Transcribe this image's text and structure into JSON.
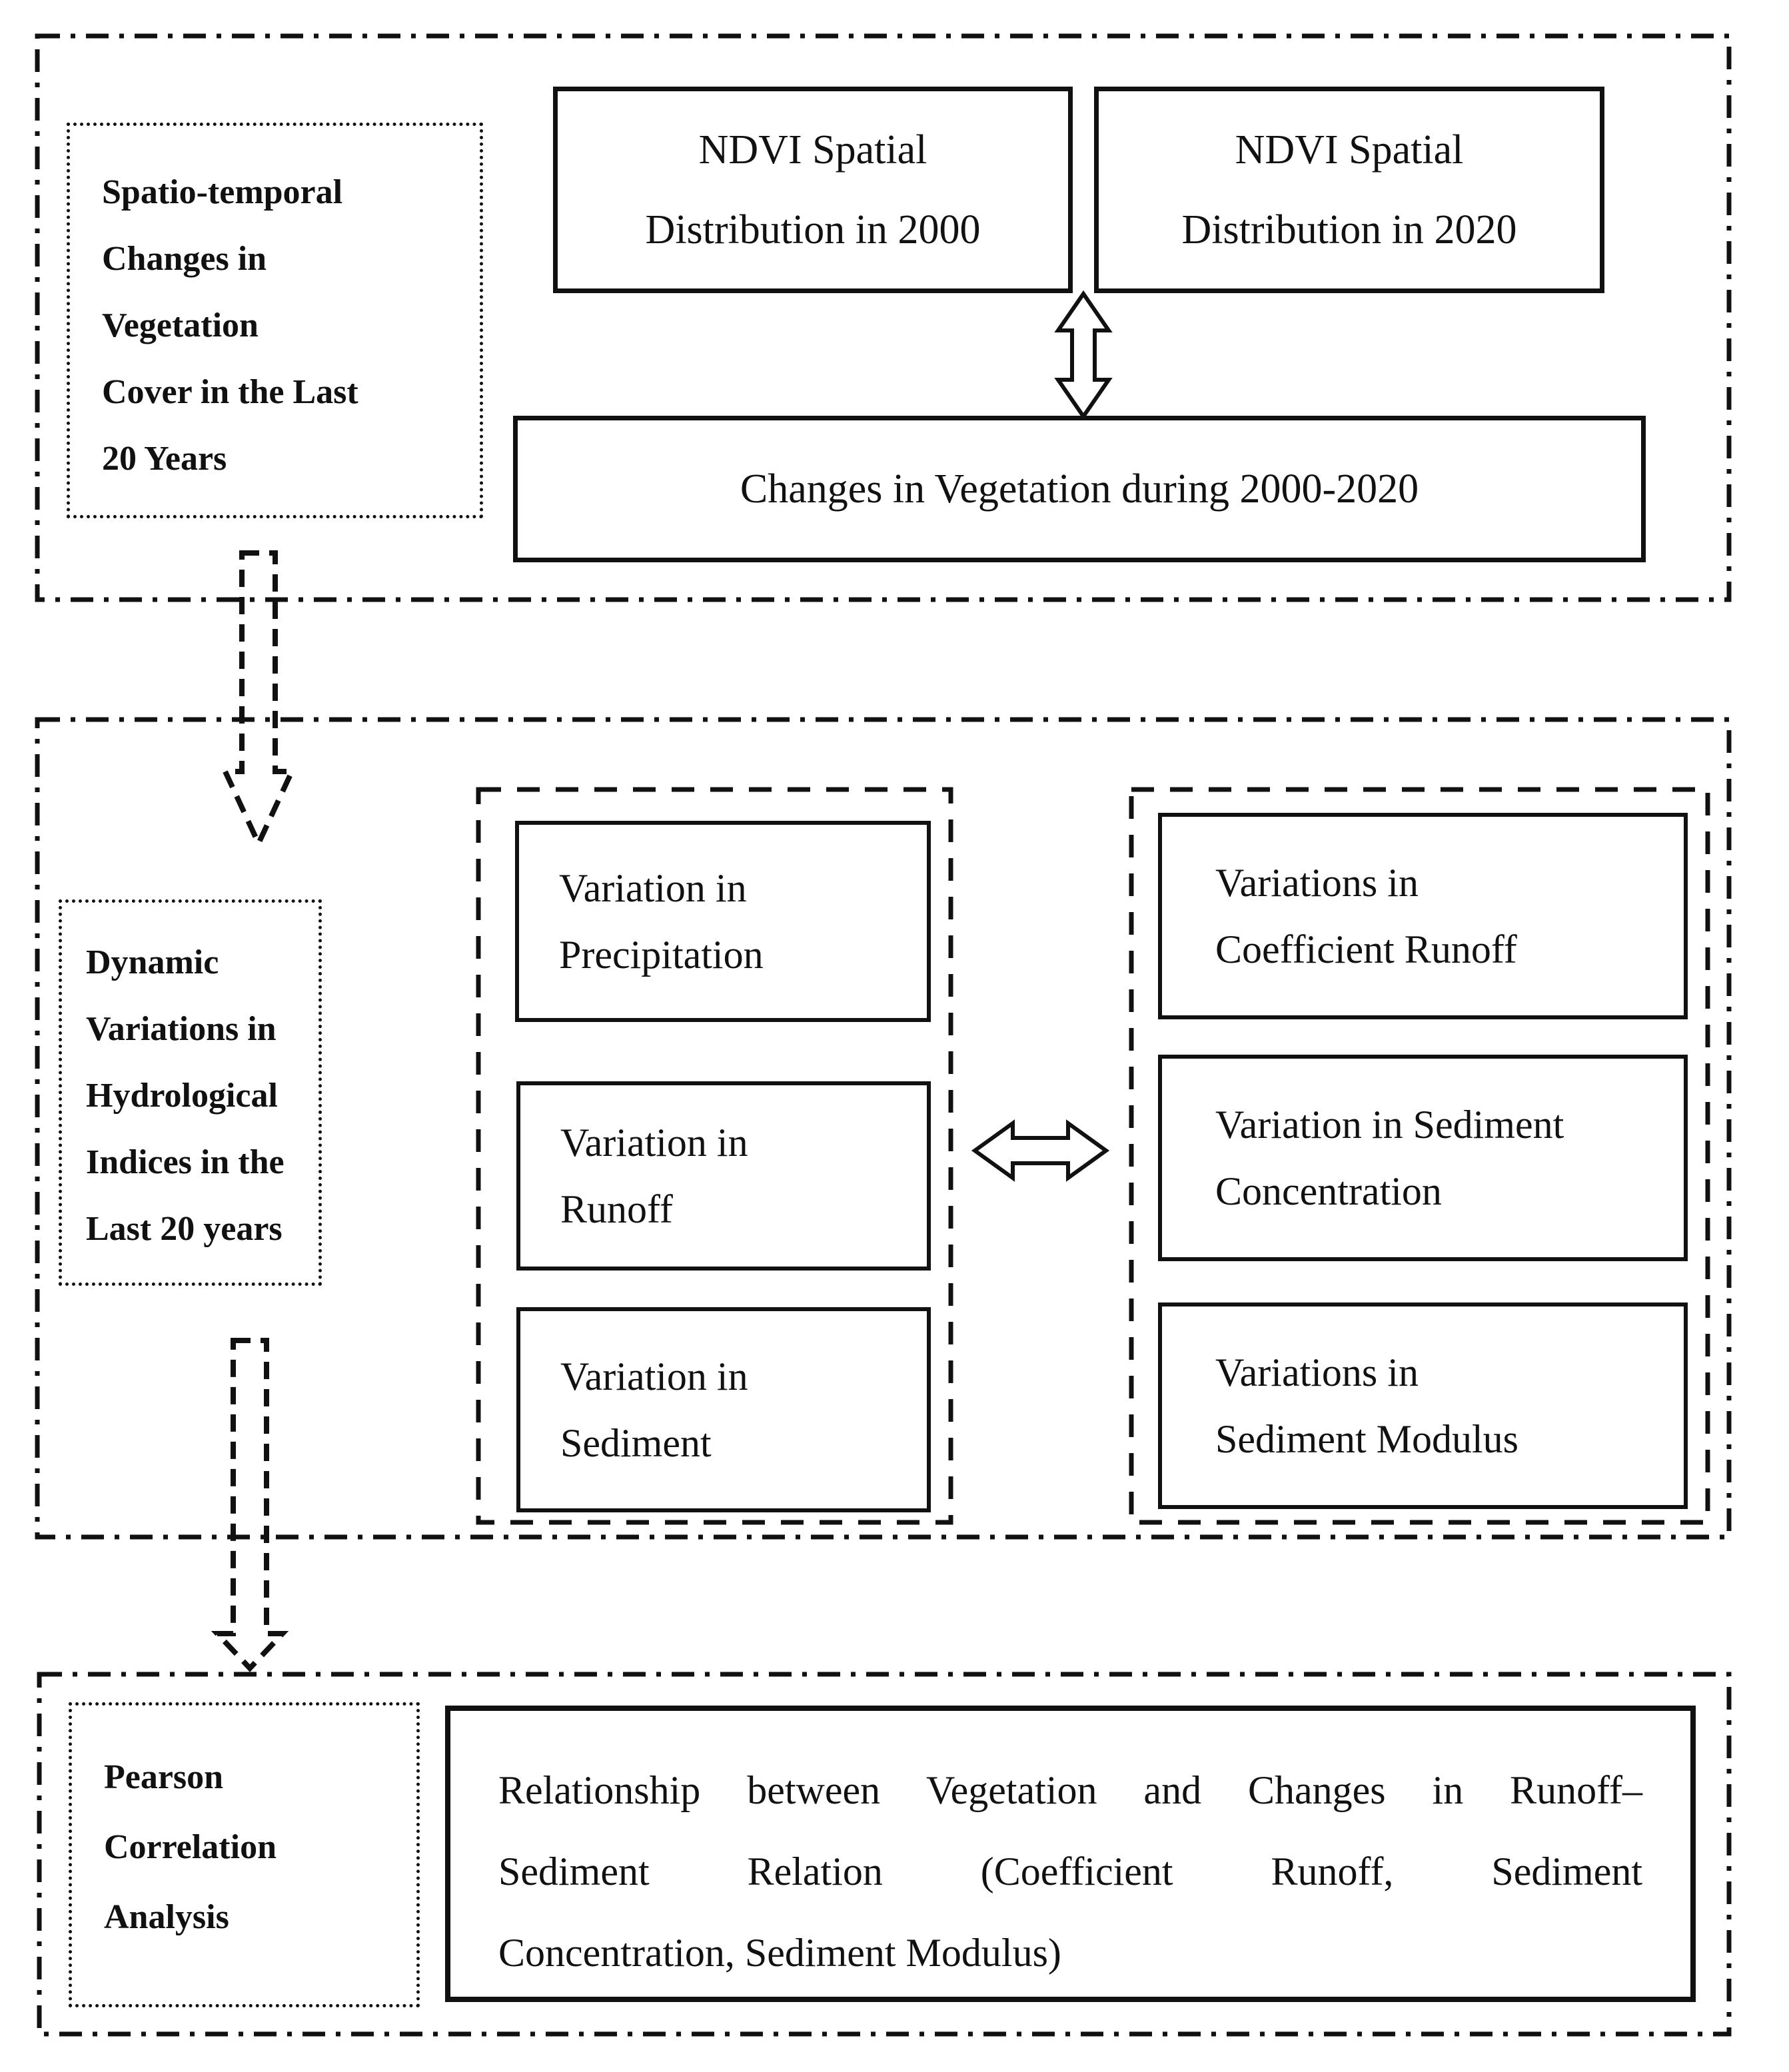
{
  "title": "Research methodology flowchart",
  "colors": {
    "ink": "#111111",
    "background": "#ffffff"
  },
  "sections": [
    {
      "name": "spatio-temporal-vegetation",
      "label": {
        "lines": [
          "Spatio-temporal",
          "Changes in",
          "Vegetation",
          "Cover in the Last",
          "20 Years"
        ]
      },
      "boxes": {
        "ndvi_2000": {
          "lines": [
            "NDVI Spatial",
            "Distribution in 2000"
          ]
        },
        "ndvi_2020": {
          "lines": [
            "NDVI Spatial",
            "Distribution in 2020"
          ]
        },
        "changes": {
          "lines": [
            "Changes in Vegetation during 2000-2020"
          ]
        }
      }
    },
    {
      "name": "hydrological-indices",
      "label": {
        "lines": [
          "Dynamic",
          "Variations in",
          "Hydrological",
          "Indices in the",
          "Last 20 years"
        ]
      },
      "left_group": {
        "boxes": [
          {
            "lines": [
              "Variation in",
              "Precipitation"
            ]
          },
          {
            "lines": [
              "Variation in",
              "Runoff"
            ]
          },
          {
            "lines": [
              "Variation in",
              "Sediment"
            ]
          }
        ]
      },
      "right_group": {
        "boxes": [
          {
            "lines": [
              "Variations in",
              "Coefficient Runoff"
            ]
          },
          {
            "lines": [
              "Variation in Sediment",
              "Concentration"
            ]
          },
          {
            "lines": [
              "Variations in",
              "Sediment Modulus"
            ]
          }
        ]
      }
    },
    {
      "name": "pearson-correlation",
      "label": {
        "lines": [
          "Pearson",
          "Correlation",
          "Analysis"
        ]
      },
      "result_box": {
        "lines": [
          "Relationship between Vegetation and Changes in Runoff–",
          "Sediment Relation (Coefficient Runoff, Sediment",
          "Concentration, Sediment Modulus)"
        ]
      }
    }
  ],
  "arrows": {
    "ndvi_compare": "double-headed vertical arrow",
    "section1_to_section2": "dashed down arrow",
    "left_right_exchange": "double-headed horizontal arrow",
    "section2_to_section3": "dashed down arrow"
  }
}
